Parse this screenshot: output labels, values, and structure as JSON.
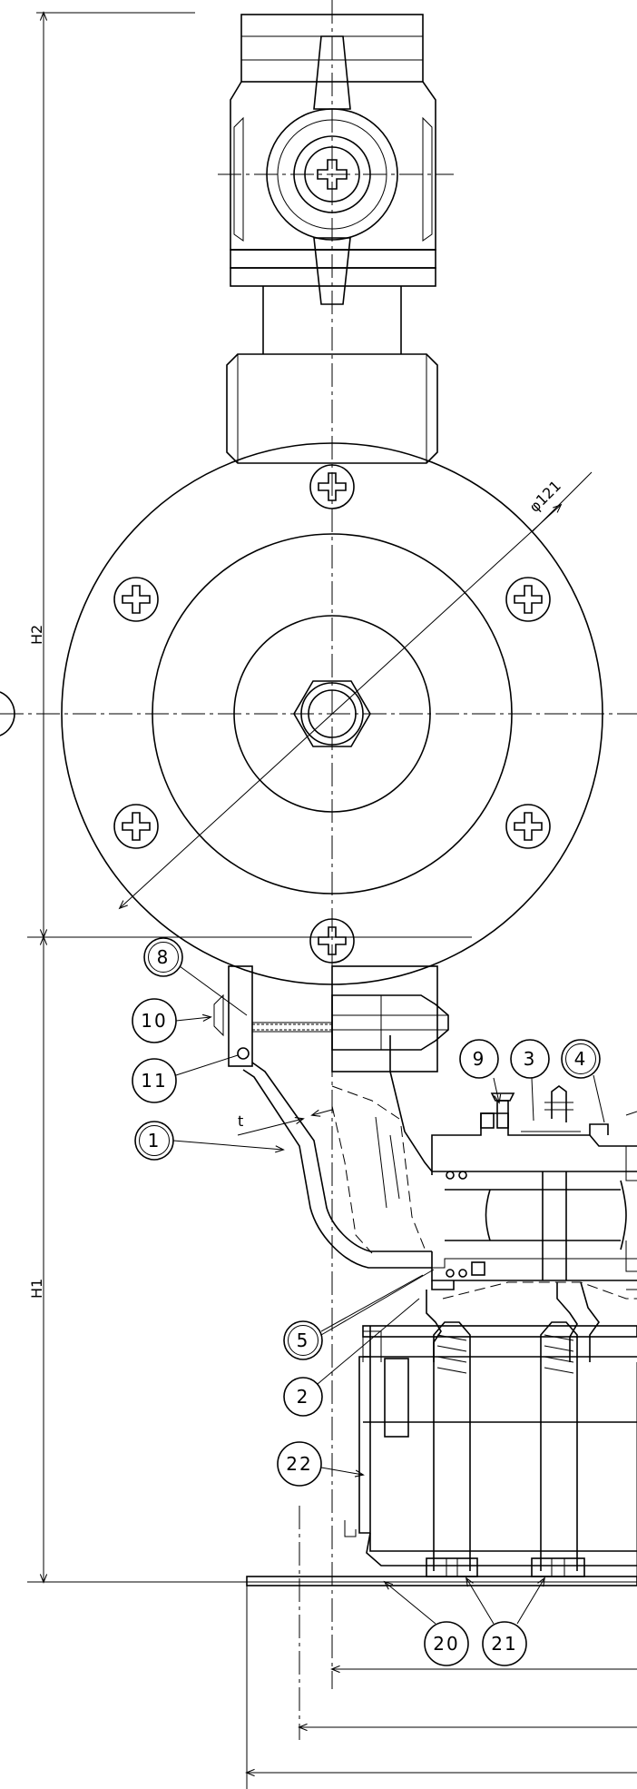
{
  "dimensions": {
    "h1": "H1",
    "h2": "H2",
    "diameter": "φ121",
    "thickness": "t"
  },
  "balloons": {
    "b1": "1",
    "b2": "2",
    "b3": "3",
    "b4": "4",
    "b5": "5",
    "b8": "8",
    "b9": "9",
    "b10": "10",
    "b11": "11",
    "b20": "20",
    "b21": "21",
    "b22": "22"
  }
}
